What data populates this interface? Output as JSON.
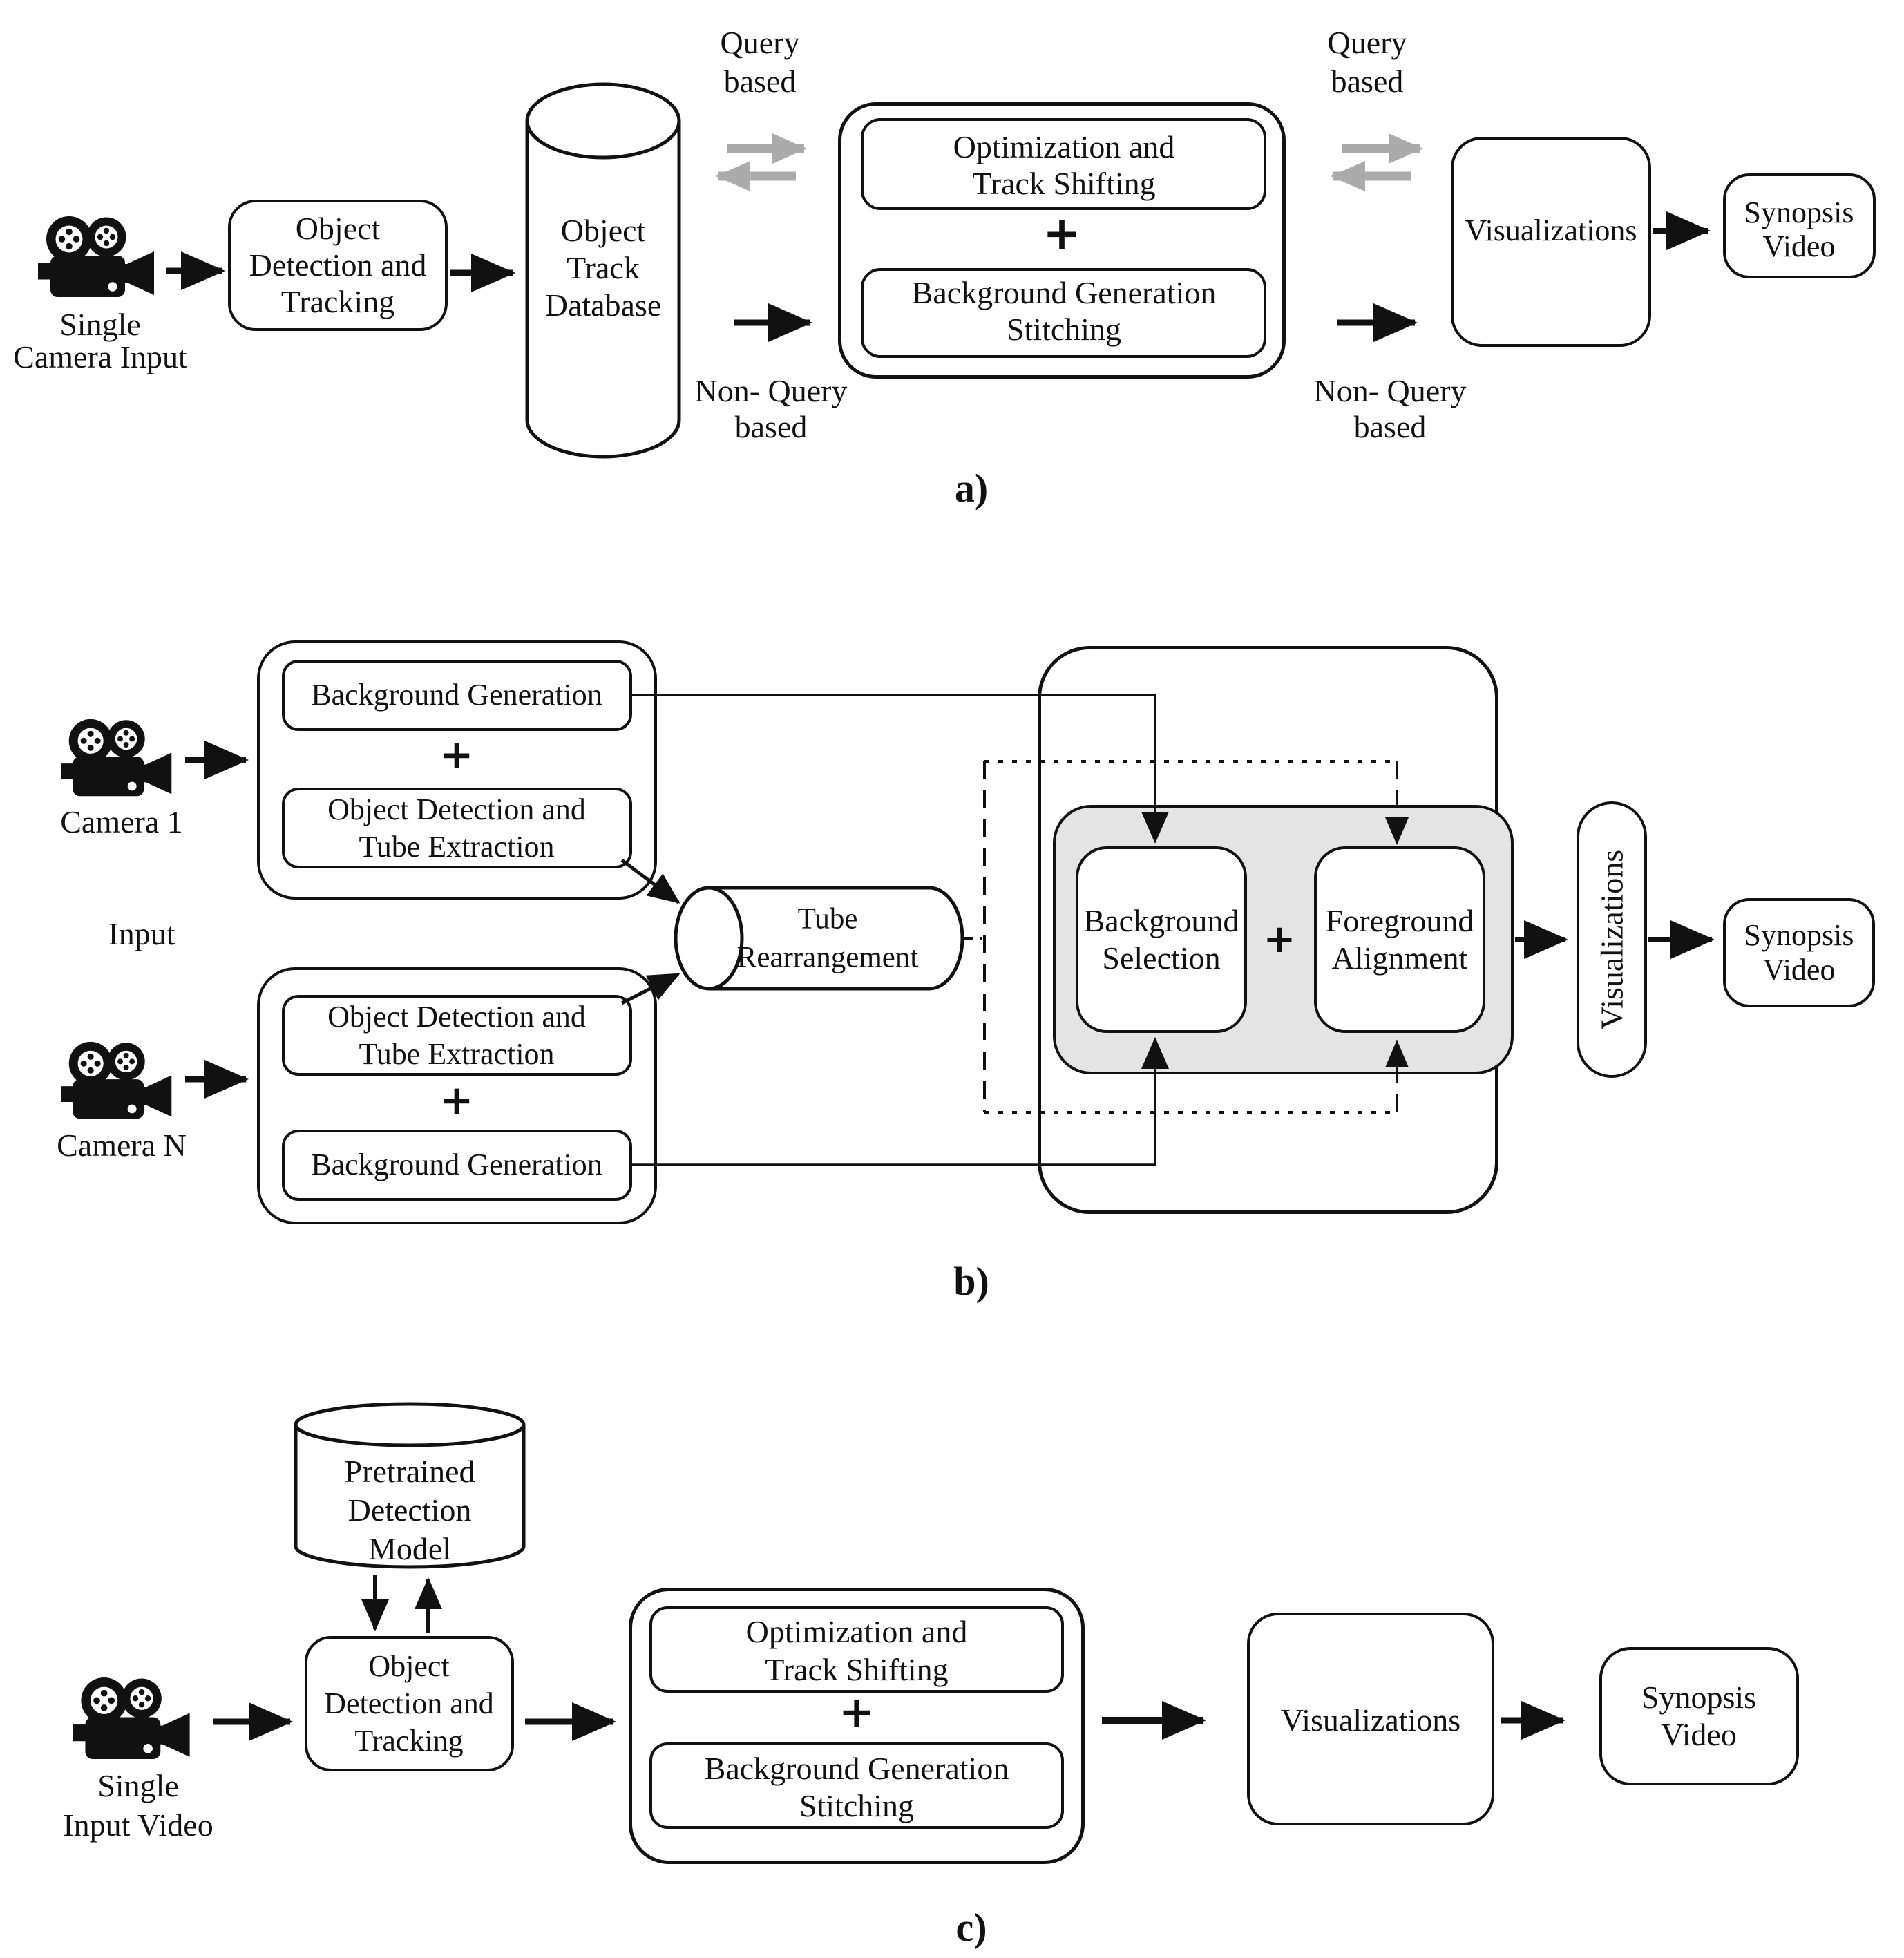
{
  "figure": {
    "colors": {
      "ink": "#111111",
      "gray_arrow": "#ababab",
      "panel_fill": "#e4e4e4"
    },
    "a": {
      "section_label": "a)",
      "camera_caption": [
        "Single",
        "Camera Input"
      ],
      "detect_box": [
        "Object",
        "Detection and",
        "Tracking"
      ],
      "database_cylinder": [
        "Object",
        "Track",
        "Database"
      ],
      "query_left": [
        "Query",
        "based"
      ],
      "nonquery_left": [
        "Non- Query",
        "based"
      ],
      "optimization_box": [
        "Optimization and",
        "Track Shifting"
      ],
      "plus": "+",
      "background_box": [
        "Background Generation",
        "Stitching"
      ],
      "query_right": [
        "Query",
        "based"
      ],
      "nonquery_right": [
        "Non- Query",
        "based"
      ],
      "visualizations": "Visualizations",
      "synopsis_box": [
        "Synopsis",
        "Video"
      ]
    },
    "b": {
      "section_label": "b)",
      "camera1_caption": "Camera 1",
      "cameraN_caption": "Camera N",
      "input_label": "Input",
      "cam1_background_box": "Background Generation",
      "plus_cam1": "+",
      "cam1_detect_box": [
        "Object Detection and",
        "Tube Extraction"
      ],
      "camN_detect_box": [
        "Object Detection and",
        "Tube Extraction"
      ],
      "plus_camN": "+",
      "camN_background_box": "Background Generation",
      "tube_cylinder": [
        "Tube",
        "Rearrangement"
      ],
      "background_selection_box": [
        "Background",
        "Selection"
      ],
      "plus_core": "+",
      "foreground_alignment_box": [
        "Foreground",
        "Alignment"
      ],
      "visualizations": "Visualizations",
      "synopsis_box": [
        "Synopsis",
        "Video"
      ]
    },
    "c": {
      "section_label": "c)",
      "model_cylinder": [
        "Pretrained",
        "Detection",
        "Model"
      ],
      "camera_caption": [
        "Single",
        "Input Video"
      ],
      "detect_box": [
        "Object",
        "Detection and",
        "Tracking"
      ],
      "optimization_box": [
        "Optimization and",
        "Track Shifting"
      ],
      "plus": "+",
      "background_box": [
        "Background Generation",
        "Stitching"
      ],
      "visualizations": "Visualizations",
      "synopsis_box": [
        "Synopsis",
        "Video"
      ]
    }
  }
}
